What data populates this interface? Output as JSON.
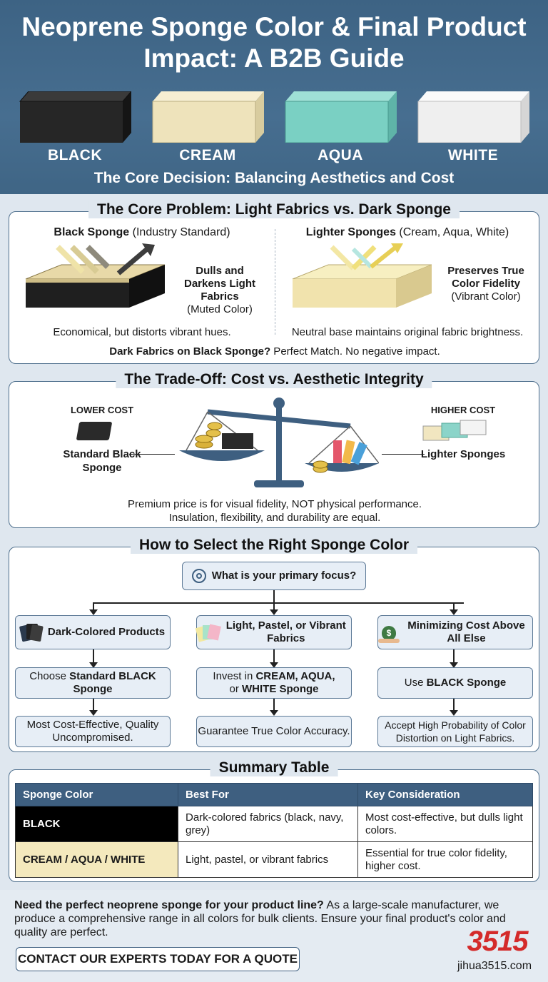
{
  "header": {
    "title": "Neoprene Sponge Color & Final Product Impact: A B2B Guide",
    "swatches": [
      {
        "label": "BLACK",
        "color": "#2a2a2a"
      },
      {
        "label": "CREAM",
        "color": "#f1e7c4"
      },
      {
        "label": "AQUA",
        "color": "#7fd2c6"
      },
      {
        "label": "WHITE",
        "color": "#f2f2f2"
      }
    ],
    "subtitle": "The Core Decision: Balancing Aesthetics and Cost"
  },
  "problem": {
    "title": "The Core Problem: Light Fabrics vs. Dark Sponge",
    "left_heading_bold": "Black Sponge",
    "left_heading_rest": " (Industry Standard)",
    "left_callout_bold": "Dulls and Darkens Light Fabrics",
    "left_callout_rest": "(Muted Color)",
    "left_caption": "Economical, but distorts vibrant hues.",
    "right_heading_bold": "Lighter Sponges",
    "right_heading_rest": " (Cream, Aqua, White)",
    "right_callout_bold": "Preserves True Color Fidelity",
    "right_callout_rest": "(Vibrant Color)",
    "right_caption": "Neutral base maintains original fabric brightness.",
    "bottom_bold": "Dark Fabrics on Black Sponge?",
    "bottom_rest": " Perfect Match. No negative impact."
  },
  "tradeoff": {
    "title": "The Trade-Off: Cost vs. Aesthetic Integrity",
    "lower_cost": "LOWER COST",
    "higher_cost": "HIGHER COST",
    "left_label": "Standard Black Sponge",
    "right_label": "Lighter Sponges",
    "note_line1": "Premium price is for visual fidelity, NOT physical performance.",
    "note_line2": "Insulation, flexibility, and durability are equal."
  },
  "select": {
    "title": "How to Select the Right Sponge Color",
    "question": "What is your primary focus?",
    "col1": {
      "focus": "Dark-Colored Products",
      "choose_pre": "Choose ",
      "choose_bold": "Standard BLACK Sponge",
      "result": "Most Cost-Effective, Quality Uncompromised."
    },
    "col2": {
      "focus": "Light, Pastel, or Vibrant Fabrics",
      "choose_pre": "Invest in ",
      "choose_bold1": "CREAM, AQUA,",
      "choose_mid": " or ",
      "choose_bold2": "WHITE Sponge",
      "result": "Guarantee True Color Accuracy."
    },
    "col3": {
      "focus": "Minimizing Cost Above All Else",
      "choose_pre": "Use ",
      "choose_bold": "BLACK Sponge",
      "result": "Accept High Probability of Color Distortion on Light Fabrics."
    }
  },
  "summary": {
    "title": "Summary Table",
    "headers": [
      "Sponge Color",
      "Best For",
      "Key Consideration"
    ],
    "rows": [
      [
        "BLACK",
        "Dark-colored fabrics (black, navy, grey)",
        "Most cost-effective, but dulls light colors."
      ],
      [
        "CREAM / AQUA / WHITE",
        "Light, pastel, or vibrant fabrics",
        "Essential for true color fidelity, higher cost."
      ]
    ]
  },
  "footer": {
    "pitch_bold": "Need the perfect neoprene sponge for your product line?",
    "pitch_rest": " As a large-scale manufacturer, we produce a comprehensive range in all colors for bulk clients. Ensure your final product's color and quality are perfect.",
    "cta": "CONTACT OUR EXPERTS TODAY FOR A QUOTE",
    "logo": "3515",
    "website": "jihua3515.com"
  }
}
